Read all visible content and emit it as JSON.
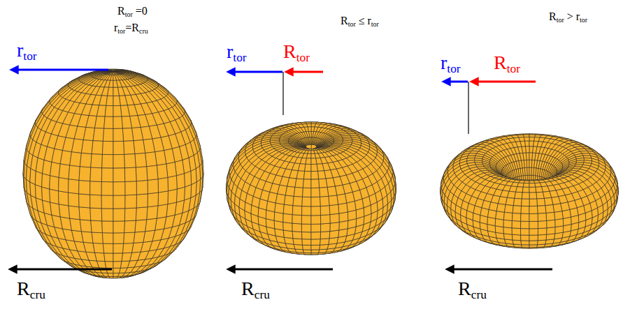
{
  "diagram": {
    "labels": [
      "Rtor =0",
      "rtor=Rcru",
      "Rtor ≤ rtor",
      "Rtor > rtor",
      "rtor",
      "rtor",
      "Rtor",
      "rtor",
      "Rtor",
      "Rcru",
      "Rcru",
      "Rcru"
    ]
  }
}
